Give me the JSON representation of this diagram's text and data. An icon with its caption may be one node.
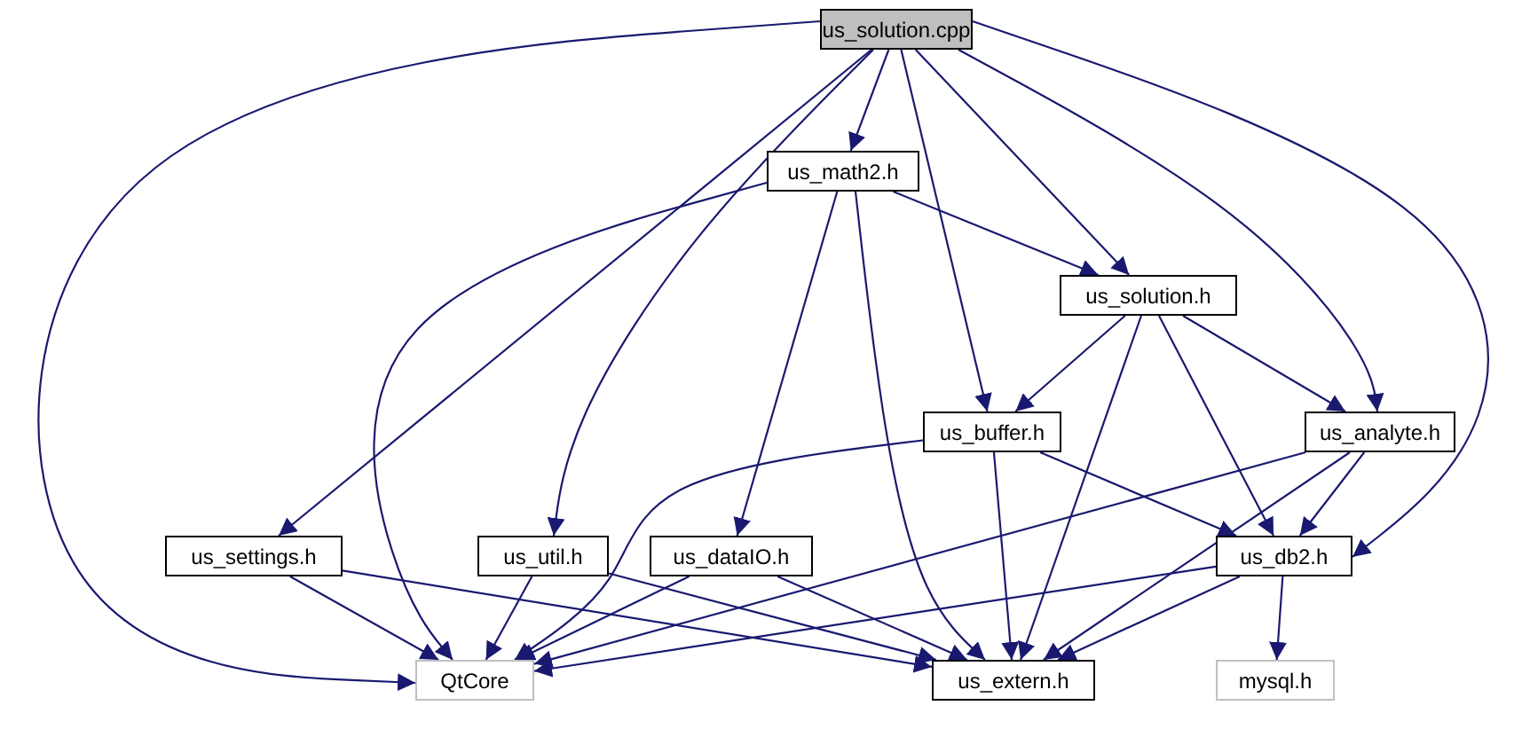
{
  "diagram": {
    "nodes": [
      {
        "text": [
          "us_solution.cpp"
        ]
      },
      {
        "text": [
          "us_math2.h"
        ]
      },
      {
        "text": [
          "us_solution.h"
        ]
      },
      {
        "text": [
          "us_buffer.h"
        ]
      },
      {
        "text": [
          "us_analyte.h"
        ]
      },
      {
        "text": [
          "us_settings.h"
        ]
      },
      {
        "text": [
          "us_util.h"
        ]
      },
      {
        "text": [
          "us_dataIO.h"
        ]
      },
      {
        "text": [
          "us_db2.h"
        ]
      },
      {
        "text": [
          "QtCore"
        ]
      },
      {
        "text": [
          "us_extern.h"
        ]
      },
      {
        "text": [
          "mysql.h"
        ]
      }
    ],
    "edges": [
      {
        "from": 0,
        "to": 9,
        "arrow": "to"
      },
      {
        "from": 0,
        "to": 5,
        "arrow": "to"
      },
      {
        "from": 0,
        "to": 6,
        "arrow": "to"
      },
      {
        "from": 0,
        "to": 1,
        "arrow": "to"
      },
      {
        "from": 0,
        "to": 3,
        "arrow": "to"
      },
      {
        "from": 0,
        "to": 2,
        "arrow": "to"
      },
      {
        "from": 0,
        "to": 4,
        "arrow": "to"
      },
      {
        "from": 0,
        "to": 8,
        "arrow": "to"
      },
      {
        "from": 1,
        "to": 9,
        "arrow": "to"
      },
      {
        "from": 1,
        "to": 7,
        "arrow": "to"
      },
      {
        "from": 1,
        "to": 10,
        "arrow": "to"
      },
      {
        "from": 1,
        "to": 2,
        "arrow": "to"
      },
      {
        "from": 2,
        "to": 3,
        "arrow": "to"
      },
      {
        "from": 2,
        "to": 10,
        "arrow": "to"
      },
      {
        "from": 2,
        "to": 8,
        "arrow": "to"
      },
      {
        "from": 2,
        "to": 4,
        "arrow": "to"
      },
      {
        "from": 3,
        "to": 9,
        "arrow": "to"
      },
      {
        "from": 3,
        "to": 10,
        "arrow": "to"
      },
      {
        "from": 3,
        "to": 8,
        "arrow": "to"
      },
      {
        "from": 4,
        "to": 9,
        "arrow": "to"
      },
      {
        "from": 4,
        "to": 8,
        "arrow": "to"
      },
      {
        "from": 4,
        "to": 10,
        "arrow": "to"
      },
      {
        "from": 5,
        "to": 9,
        "arrow": "to"
      },
      {
        "from": 5,
        "to": 10,
        "arrow": "to"
      },
      {
        "from": 6,
        "to": 9,
        "arrow": "to"
      },
      {
        "from": 6,
        "to": 10,
        "arrow": "to"
      },
      {
        "from": 7,
        "to": 9,
        "arrow": "to"
      },
      {
        "from": 7,
        "to": 10,
        "arrow": "to"
      },
      {
        "from": 8,
        "to": 9,
        "arrow": "to"
      },
      {
        "from": 8,
        "to": 10,
        "arrow": "to"
      },
      {
        "from": 8,
        "to": 11,
        "arrow": "to"
      }
    ]
  }
}
